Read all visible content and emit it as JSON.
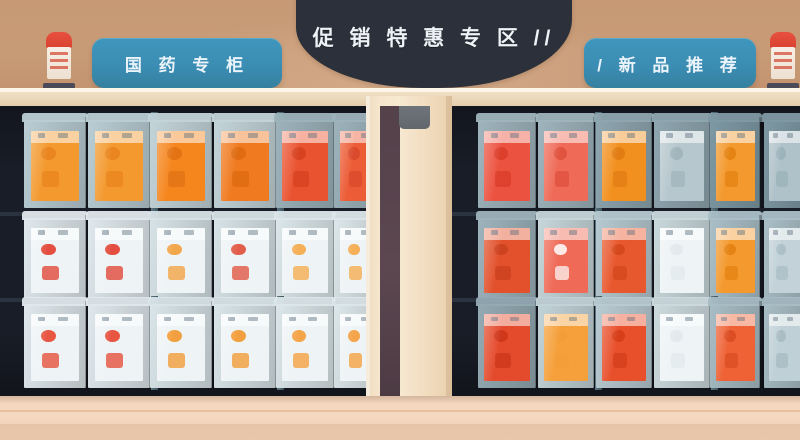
{
  "scene": {
    "kind": "retail-store-shelf-illustration",
    "wall_color": "#c79a75",
    "floor_color": "#f2d6bd",
    "shelf_interior_color": "#191d27",
    "ledge_color": "#f3e0c6",
    "pillar_color": "#f7e8d1"
  },
  "signage": {
    "blackboard": {
      "text": "促 销 特 惠 专 区 //",
      "bg_color": "#2b303a",
      "text_color": "#eef2f6"
    },
    "left_sign": {
      "text": "国 药 专 柜",
      "bg_color": "#3b8cb2",
      "text_color": "#eaf4fa"
    },
    "right_sign": {
      "text": "/ 新 品 推 荐",
      "bg_color": "#3b8cb2",
      "text_color": "#eaf4fa"
    }
  },
  "shelf_ledge_items": [
    {
      "name": "bottle-left",
      "cap_color": "#e8503f",
      "body_color": "#f7efe6"
    },
    {
      "name": "bottle-right",
      "cap_color": "#e8503f",
      "body_color": "#f7efe6"
    }
  ],
  "colors": {
    "orange": "#f3992e",
    "orange_deep": "#f07a1f",
    "orange_bright": "#f5861e",
    "red": "#e8492f",
    "coral": "#ef6a57",
    "crimson": "#d83a28",
    "white_box": "#e6edf0",
    "pale_box": "#dfe8ec",
    "steel": "#8fa3ad",
    "steel_dark": "#67808b",
    "slate": "#52707d"
  },
  "shelves": [
    {
      "id": "left-bay",
      "name": "left-shelf-bay",
      "rows": [
        {
          "row": "top",
          "products": [
            {
              "case": "#b9cdd4",
              "pack": "#f3992e",
              "accent": "#e8821c",
              "label": "orange-carton"
            },
            {
              "case": "#b9cdd4",
              "pack": "#f3992e",
              "accent": "#e8821c",
              "label": "orange-carton"
            },
            {
              "case": "#c3d4d9",
              "pack": "#f5861e",
              "accent": "#e07012",
              "label": "orange-carton"
            },
            {
              "case": "#c3d4d9",
              "pack": "#f07a1f",
              "accent": "#dc6a10",
              "label": "orange-carton"
            },
            {
              "case": "#9db3bc",
              "pack": "#ea5330",
              "accent": "#d4401f",
              "label": "red-carton"
            },
            {
              "case": "#9db3bc",
              "pack": "#ec5c36",
              "accent": "#d8472a",
              "label": "red-carton"
            }
          ]
        },
        {
          "row": "middle",
          "products": [
            {
              "case": "#dfe8ec",
              "pack": "#eef3f5",
              "accent": "#e03020",
              "label": "white-box-red-mark"
            },
            {
              "case": "#dfe8ec",
              "pack": "#eef3f5",
              "accent": "#e03020",
              "label": "white-box-red-mark"
            },
            {
              "case": "#d7e3e7",
              "pack": "#eef3f5",
              "accent": "#f3992e",
              "label": "white-box-orange-tag"
            },
            {
              "case": "#d7e3e7",
              "pack": "#eef3f5",
              "accent": "#e0432c",
              "label": "white-box-red-tag"
            },
            {
              "case": "#dce7ea",
              "pack": "#eef3f5",
              "accent": "#f6a23b",
              "label": "white-box-orange-tag"
            },
            {
              "case": "#dce7ea",
              "pack": "#eef3f5",
              "accent": "#f6a23b",
              "label": "white-box-orange-tag"
            }
          ]
        },
        {
          "row": "bottom",
          "products": [
            {
              "case": "#dfe8ec",
              "pack": "#eef3f5",
              "accent": "#e63a22",
              "label": "white-box-red-stamp"
            },
            {
              "case": "#dfe8ec",
              "pack": "#eef3f5",
              "accent": "#e63a22",
              "label": "white-box-red-stamp"
            },
            {
              "case": "#d9e5e9",
              "pack": "#eef3f5",
              "accent": "#f2901f",
              "label": "white-box-orange-tag"
            },
            {
              "case": "#d9e5e9",
              "pack": "#eef3f5",
              "accent": "#f2901f",
              "label": "white-box-orange-tag"
            },
            {
              "case": "#dce7ea",
              "pack": "#eef3f5",
              "accent": "#f5952a",
              "label": "white-box-orange-tag"
            },
            {
              "case": "#dce7ea",
              "pack": "#eef3f5",
              "accent": "#f5952a",
              "label": "white-box-orange-tag"
            }
          ]
        }
      ]
    },
    {
      "id": "right-bay",
      "name": "right-shelf-bay",
      "rows": [
        {
          "row": "top",
          "products": [
            {
              "case": "#9fb4bd",
              "pack": "#ec5240",
              "accent": "#d93c28",
              "label": "red-carton"
            },
            {
              "case": "#9fb4bd",
              "pack": "#ef6a57",
              "accent": "#dd4f3a",
              "label": "coral-carton"
            },
            {
              "case": "#8fa6b0",
              "pack": "#f2901f",
              "accent": "#df7a12",
              "label": "orange-carton"
            },
            {
              "case": "#8fa6b0",
              "pack": "#b6c7cd",
              "accent": "#9fb2ba",
              "label": "steel-box"
            },
            {
              "case": "#7e99a4",
              "pack": "#f3992e",
              "accent": "#e2800f",
              "label": "orange-carton"
            },
            {
              "case": "#7e99a4",
              "pack": "#b0c2c9",
              "accent": "#9ab0b8",
              "label": "steel-box"
            }
          ]
        },
        {
          "row": "middle",
          "products": [
            {
              "case": "#9db3bc",
              "pack": "#e2512c",
              "accent": "#c93f1d",
              "label": "red-label-box"
            },
            {
              "case": "#c6d6da",
              "pack": "#ef6a57",
              "accent": "#ffffff",
              "label": "coral-character-box"
            },
            {
              "case": "#b6c9d0",
              "pack": "#e8582e",
              "accent": "#d24519",
              "label": "red-tag-box"
            },
            {
              "case": "#c9d8dc",
              "pack": "#eef3f5",
              "accent": "#dfe8ec",
              "label": "white-box"
            },
            {
              "case": "#aabfc7",
              "pack": "#f3992e",
              "accent": "#e2800f",
              "label": "orange-tag-box"
            },
            {
              "case": "#aabfc7",
              "pack": "#c2d2d8",
              "accent": "#a9bcc4",
              "label": "steel-box"
            }
          ]
        },
        {
          "row": "bottom",
          "products": [
            {
              "case": "#94aab3",
              "pack": "#e44a2c",
              "accent": "#cc351a",
              "label": "red-tag-box"
            },
            {
              "case": "#c2d3d8",
              "pack": "#f5a03a",
              "accent": "#e4852018",
              "label": "orange-box"
            },
            {
              "case": "#b9cbd2",
              "pack": "#e8502c",
              "accent": "#d33c18",
              "label": "red-tag-box"
            },
            {
              "case": "#ccdade",
              "pack": "#eef3f5",
              "accent": "#dfe8ec",
              "label": "white-box"
            },
            {
              "case": "#a8bdc5",
              "pack": "#ee6236",
              "accent": "#d84a20",
              "label": "red-orange-box"
            },
            {
              "case": "#a8bdc5",
              "pack": "#bfd0d6",
              "accent": "#a6b9c1",
              "label": "steel-box"
            }
          ]
        }
      ]
    }
  ]
}
